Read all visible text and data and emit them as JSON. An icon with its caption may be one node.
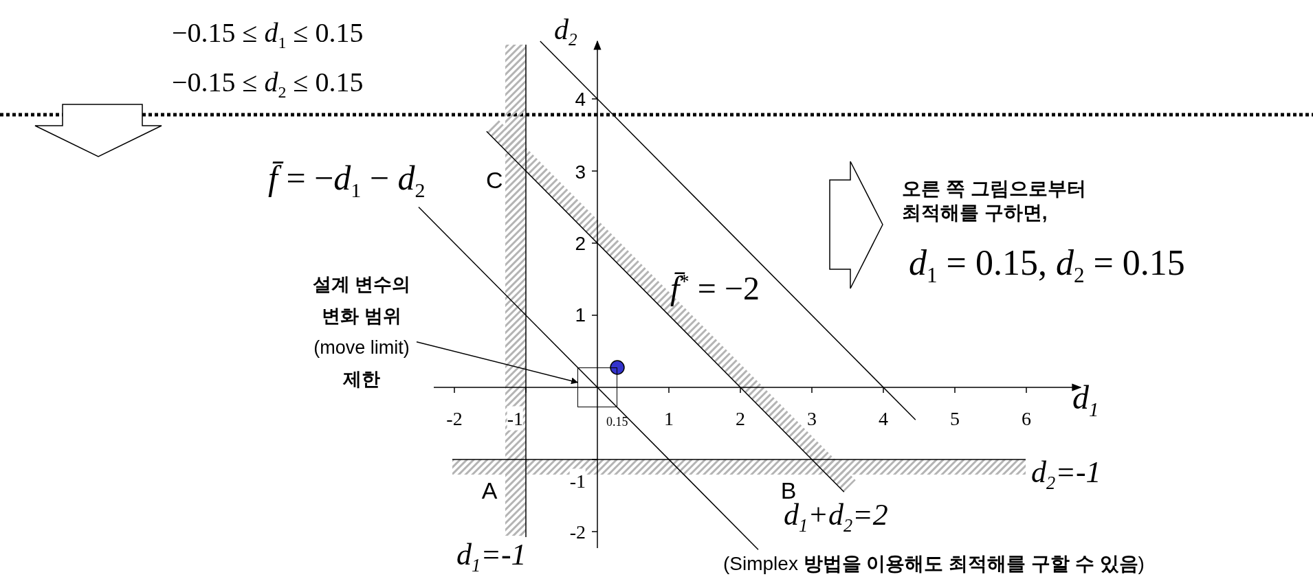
{
  "diagram": {
    "nodes": [
      {
        "text": [
          "**설계 변수의 변화 범위** (move limit) **제한**"
        ]
      },
      {
        "text": [],
        "shape": "box"
      }
    ],
    "edges": [
      {
        "from": 0,
        "to": 1,
        "arrow": "to"
      }
    ],
    "labels": [
      "−0.15 ≤ *d*$_{1}$ ≤ 0.15",
      "−0.15 ≤ *d*$_{2}$ ≤ 0.15",
      "d$_{2}$",
      "4",
      "C",
      "*f̄* = −*d*$_{1}$ − *d*$_{2}$",
      "3",
      "오른 쪽 그림으로부터 최적해를 구하면,",
      "2",
      "*d*$_{1}$ = 0.15, *d*$_{2}$ = 0.15",
      "*f̄*$^{*}$ = −2",
      "1",
      "-2",
      "-1",
      "0.15",
      "1",
      "2",
      "3",
      "4",
      "5",
      "6",
      "d$_{1}$",
      "-1",
      "A",
      "B",
      "d$_{2}$=-1",
      "d$_{1}$+d$_{2}$=2",
      "-2",
      "d$_{1}$=-1",
      "(Simplex **방법을 이용해도 최적해를 구할 수 있음**)"
    ]
  }
}
